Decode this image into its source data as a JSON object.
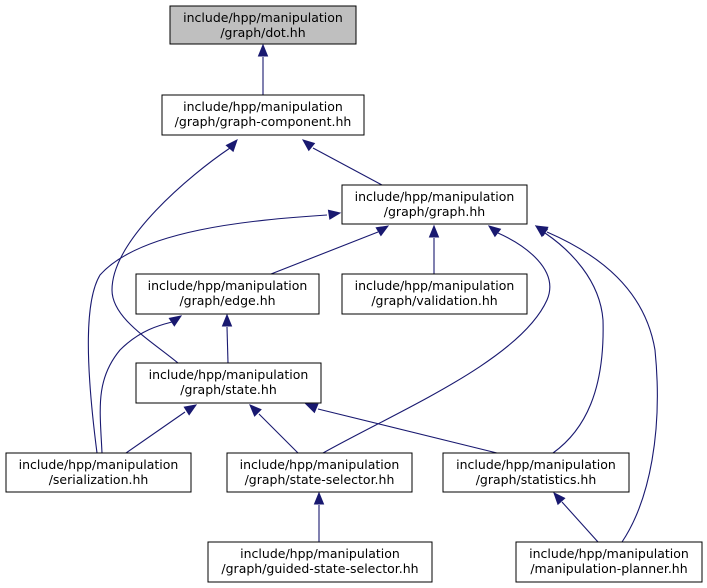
{
  "diagram": {
    "nodes": [
      {
        "id": "dot",
        "line1": "include/hpp/manipulation",
        "line2": "/graph/dot.hh",
        "highlighted": true
      },
      {
        "id": "graph_component",
        "line1": "include/hpp/manipulation",
        "line2": "/graph/graph-component.hh"
      },
      {
        "id": "graph",
        "line1": "include/hpp/manipulation",
        "line2": "/graph/graph.hh"
      },
      {
        "id": "edge",
        "line1": "include/hpp/manipulation",
        "line2": "/graph/edge.hh"
      },
      {
        "id": "validation",
        "line1": "include/hpp/manipulation",
        "line2": "/graph/validation.hh"
      },
      {
        "id": "state",
        "line1": "include/hpp/manipulation",
        "line2": "/graph/state.hh"
      },
      {
        "id": "serialization",
        "line1": "include/hpp/manipulation",
        "line2": "/serialization.hh"
      },
      {
        "id": "state_selector",
        "line1": "include/hpp/manipulation",
        "line2": "/graph/state-selector.hh"
      },
      {
        "id": "statistics",
        "line1": "include/hpp/manipulation",
        "line2": "/graph/statistics.hh"
      },
      {
        "id": "guided_state_selector",
        "line1": "include/hpp/manipulation",
        "line2": "/graph/guided-state-selector.hh"
      },
      {
        "id": "manipulation_planner",
        "line1": "include/hpp/manipulation",
        "line2": "/manipulation-planner.hh"
      }
    ],
    "edges": [
      {
        "from": "graph_component",
        "to": "dot"
      },
      {
        "from": "graph",
        "to": "graph_component"
      },
      {
        "from": "state",
        "to": "graph_component"
      },
      {
        "from": "edge",
        "to": "graph"
      },
      {
        "from": "validation",
        "to": "graph"
      },
      {
        "from": "serialization",
        "to": "graph"
      },
      {
        "from": "state_selector",
        "to": "graph"
      },
      {
        "from": "statistics",
        "to": "graph"
      },
      {
        "from": "manipulation_planner",
        "to": "graph"
      },
      {
        "from": "state",
        "to": "edge"
      },
      {
        "from": "serialization",
        "to": "edge"
      },
      {
        "from": "serialization",
        "to": "state"
      },
      {
        "from": "state_selector",
        "to": "state"
      },
      {
        "from": "statistics",
        "to": "state"
      },
      {
        "from": "guided_state_selector",
        "to": "state_selector"
      },
      {
        "from": "manipulation_planner",
        "to": "statistics"
      }
    ],
    "colors": {
      "edge": "#191970",
      "highlight_fill": "#bfbfbf",
      "node_border": "#000000"
    }
  }
}
